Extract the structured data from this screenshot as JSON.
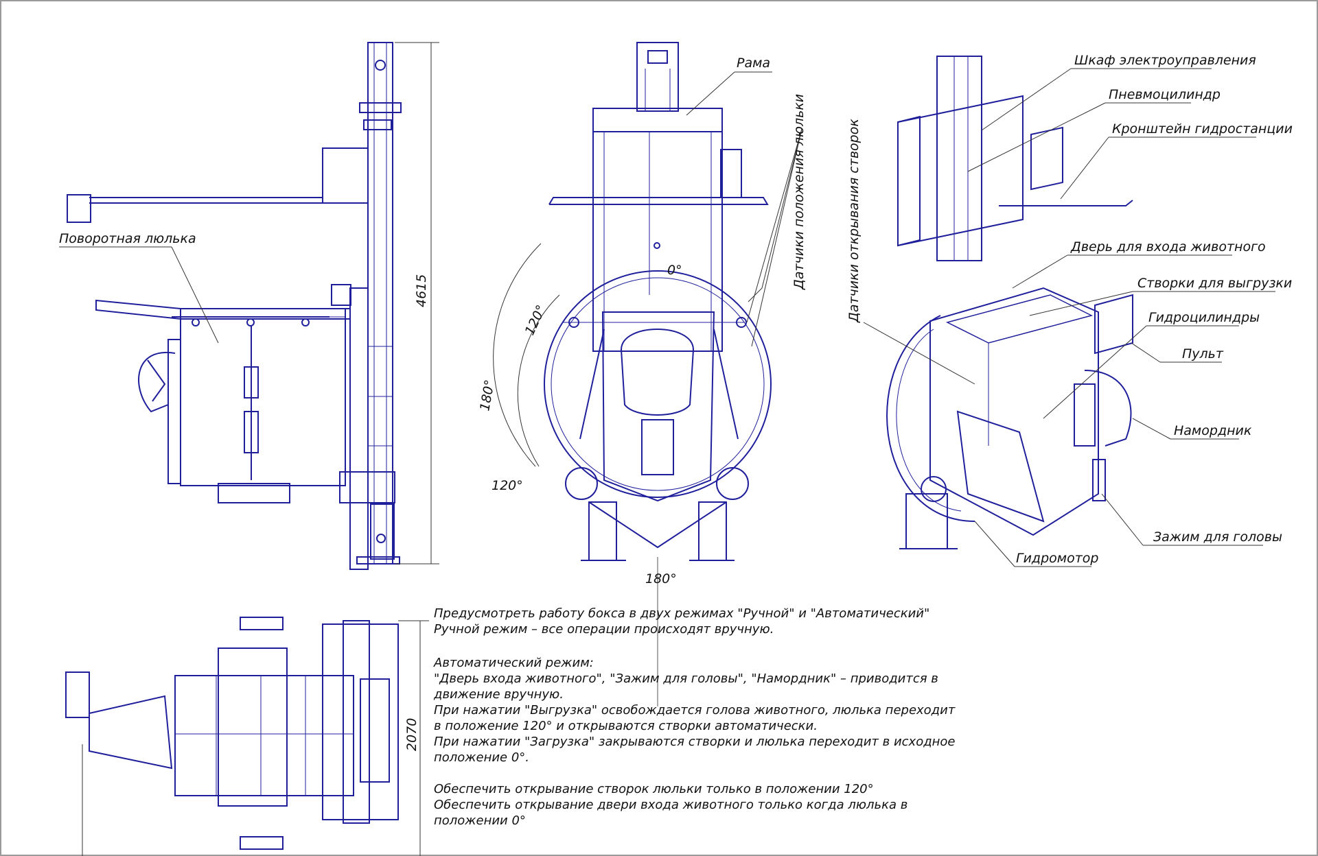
{
  "colors": {
    "line": "#1f1f9c",
    "thin": "#30308a",
    "ink": "#111111",
    "frame": "#999999"
  },
  "side_view": {
    "label_cradle": "Поворотная люлька",
    "dim_height": "4615"
  },
  "front_view": {
    "label_frame": "Рама",
    "label_position_sensors": "Датчики положения люльки",
    "angle_0": "0°",
    "angle_120_upper": "120°",
    "angle_180_left": "180°",
    "angle_120_lower": "120°",
    "angle_180_bottom": "180°"
  },
  "iso_view": {
    "label_flap_sensors": "Датчики открывания створок",
    "callouts": [
      "Шкаф электроуправления",
      "Пневмоцилиндр",
      "Кронштейн гидростанции",
      "Дверь для входа животного",
      "Створки для выгрузки",
      "Гидроцилиндры",
      "Пульт",
      "Намордник",
      "Зажим для головы",
      "Гидромотор"
    ]
  },
  "top_view": {
    "dim_width": "2070"
  },
  "notes": [
    "Предусмотреть работу бокса в двух режимах \"Ручной\" и \"Автоматический\"",
    "Ручной режим – все операции происходят вручную.",
    "Автоматический режим:",
    "\"Дверь входа животного\", \"Зажим для головы\", \"Намордник\" – приводится в",
    "движение вручную.",
    "При нажатии \"Выгрузка\" освобождается голова животного, люлька переходит",
    "в положение 120° и открываются створки автоматически.",
    "При нажатии \"Загрузка\" закрываются створки и люлька переходит в исходное",
    "положение 0°.",
    "Обеспечить открывание створок люльки только в положении 120°",
    "Обеспечить открывание двери входа животного только когда люлька в",
    "положении 0°"
  ]
}
